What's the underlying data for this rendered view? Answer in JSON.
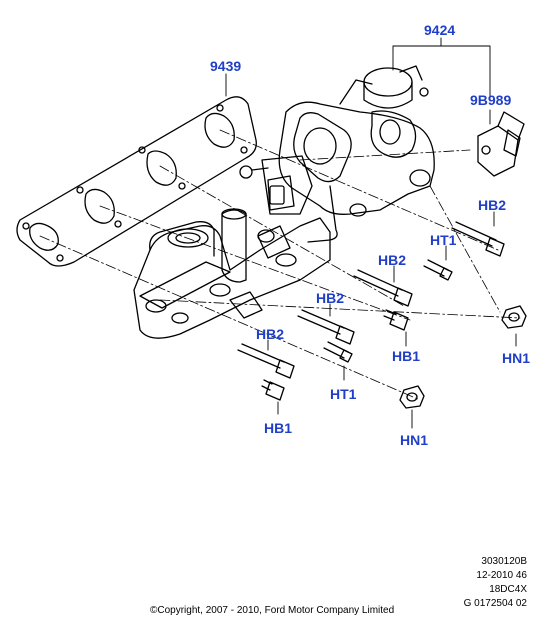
{
  "callouts": {
    "egr_valve": "9424",
    "egr_sensor": "9B989",
    "gasket": "9439",
    "bolt_hb2_a": "HB2",
    "bolt_ht1_a": "HT1",
    "bolt_hb2_b": "HB2",
    "bolt_hb2_c": "HB2",
    "bolt_hb1_a": "HB1",
    "nut_hn1_a": "HN1",
    "bolt_hb2_d": "HB2",
    "bolt_ht1_b": "HT1",
    "bolt_hb1_b": "HB1",
    "nut_hn1_b": "HN1"
  },
  "meta": {
    "line1": "3030120B",
    "line2": "12-2010 46",
    "line3": "18DC4X",
    "line4": "G 0172504 02"
  },
  "copyright": "©Copyright, 2007 - 2010, Ford Motor Company Limited",
  "colors": {
    "callout": "#1f3fc8",
    "line": "#000000"
  }
}
